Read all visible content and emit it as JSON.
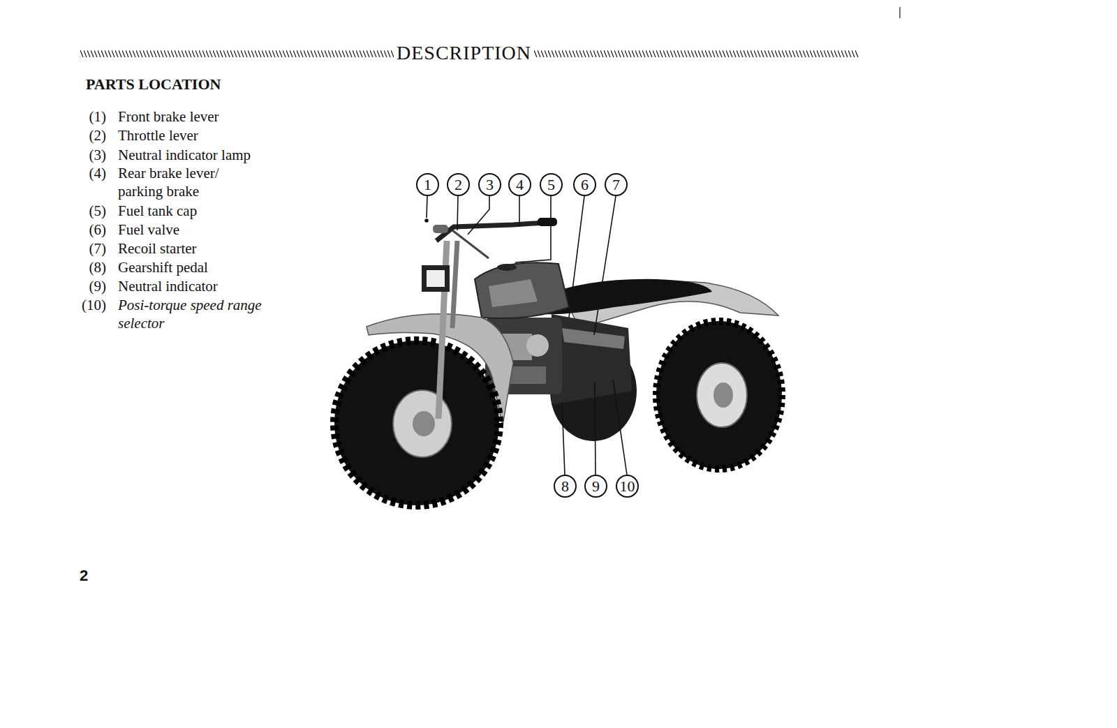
{
  "diagram": {
    "title": "DESCRIPTION",
    "nodes": [
      {
        "text": [
          "1"
        ]
      },
      {
        "text": [
          "2"
        ]
      },
      {
        "text": [
          "3"
        ]
      },
      {
        "text": [
          "4"
        ]
      },
      {
        "text": [
          "5"
        ]
      },
      {
        "text": [
          "6"
        ]
      },
      {
        "text": [
          "7"
        ]
      },
      {
        "text": [
          "8"
        ]
      },
      {
        "text": [
          "9"
        ]
      },
      {
        "text": [
          "10"
        ]
      }
    ],
    "labels": [
      "PARTS LOCATION",
      "(1)",
      "Front brake lever",
      "(2)",
      "Throttle lever",
      "(3)",
      "Neutral indicator lamp",
      "(4)",
      "Rear brake lever/ parking brake",
      "(5)",
      "Fuel tank cap",
      "(6)",
      "Fuel valve",
      "(7)",
      "Recoil starter",
      "(8)",
      "Gearshift pedal",
      "(9)",
      "Neutral indicator",
      "(10)",
      "Posi-torque speed range selector",
      "2"
    ]
  }
}
